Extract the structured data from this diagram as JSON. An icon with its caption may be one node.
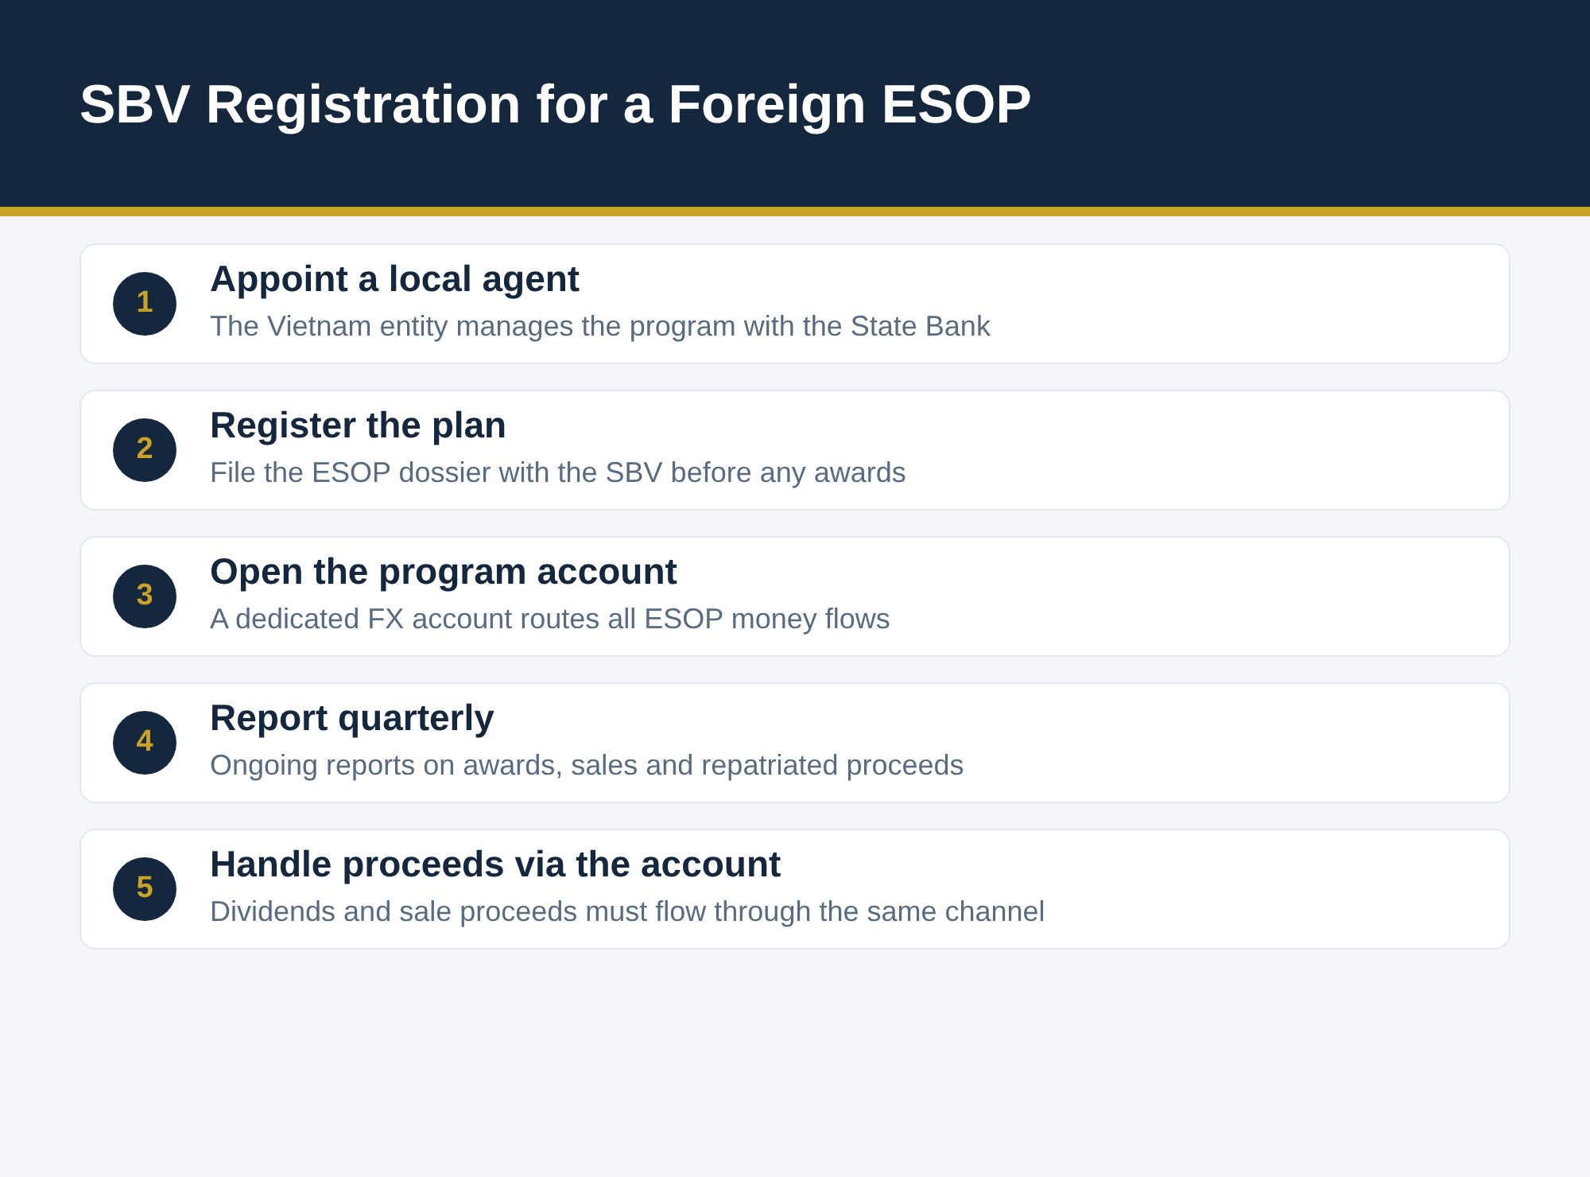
{
  "diagram": {
    "title": "SBV Registration for a Foreign ESOP",
    "nodes": [
      {
        "text": [
          "Appoint a local agent",
          "The Vietnam entity manages the program with the State Bank"
        ]
      },
      {
        "text": [
          "1"
        ],
        "in": 0
      },
      {
        "text": [
          "Register the plan",
          "File the ESOP dossier with the SBV before any awards"
        ]
      },
      {
        "text": [
          "2"
        ],
        "in": 2
      },
      {
        "text": [
          "Open the program account",
          "A dedicated FX account routes all ESOP money flows"
        ]
      },
      {
        "text": [
          "3"
        ],
        "in": 4
      },
      {
        "text": [
          "Report quarterly",
          "Ongoing reports on awards, sales and repatriated proceeds"
        ]
      },
      {
        "text": [
          "4"
        ],
        "in": 6
      },
      {
        "text": [
          "Handle proceeds via the account",
          "Dividends and sale proceeds must flow through the same channel"
        ]
      },
      {
        "text": [
          "5"
        ],
        "in": 8
      }
    ]
  }
}
